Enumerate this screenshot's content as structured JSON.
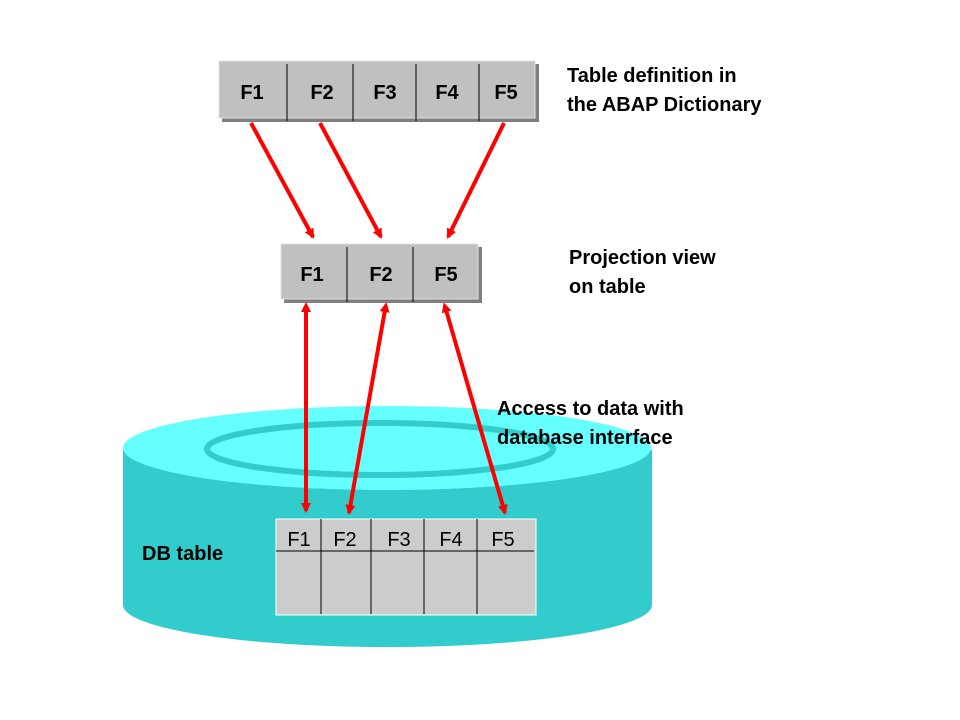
{
  "colors": {
    "arrow": "#ff0000",
    "box_fill": "#c0c0c0",
    "box_shadow": "#808080",
    "db_top": "#66ffff",
    "db_side": "#33cccc",
    "db_table_fill": "#cccccc"
  },
  "dictionary_table": {
    "fields": [
      "F1",
      "F2",
      "F3",
      "F4",
      "F5"
    ],
    "label_line1": "Table definition in",
    "label_line2": "the ABAP Dictionary"
  },
  "projection_view": {
    "fields": [
      "F1",
      "F2",
      "F5"
    ],
    "label_line1": "Projection view",
    "label_line2": "on table"
  },
  "access_label": {
    "line1": "Access to data with",
    "line2": "database interface"
  },
  "db_table": {
    "label": "DB table",
    "fields": [
      "F1",
      "F2",
      "F3",
      "F4",
      "F5"
    ]
  },
  "mappings_dict_to_view": [
    {
      "from": "F1",
      "to": "F1"
    },
    {
      "from": "F2",
      "to": "F2"
    },
    {
      "from": "F5",
      "to": "F5"
    }
  ],
  "mappings_view_to_db": [
    {
      "from": "F1",
      "to": "F1",
      "bidirectional": true
    },
    {
      "from": "F2",
      "to": "F2",
      "bidirectional": true
    },
    {
      "from": "F5",
      "to": "F5",
      "bidirectional": true
    }
  ]
}
